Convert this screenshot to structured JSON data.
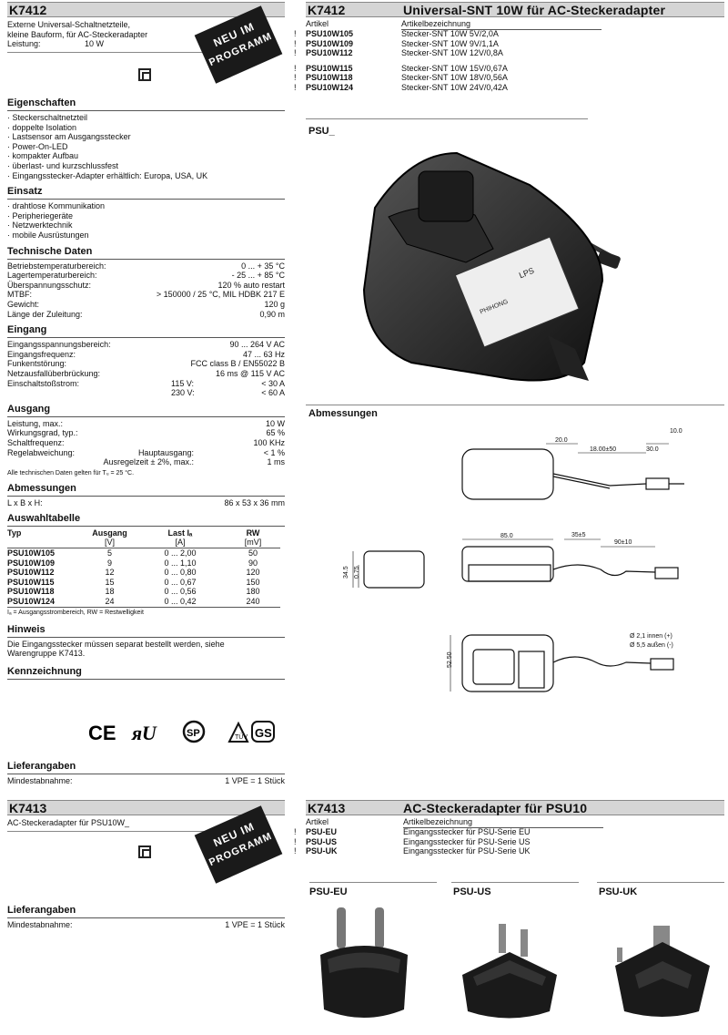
{
  "left_k7412": {
    "code": "K7412",
    "desc1": "Externe Universal-Schaltnetzteile,",
    "desc2": "kleine Bauform, für AC-Steckeradapter",
    "power_label": "Leistung:",
    "power_value": "10 W",
    "badge_line1": "NEU IM",
    "badge_line2": "PROGRAMM",
    "eigenschaften_title": "Eigenschaften",
    "eigenschaften": [
      "· Steckerschaltnetzteil",
      "· doppelte Isolation",
      "· Lastsensor am Ausgangsstecker",
      "· Power-On-LED",
      "· kompakter Aufbau",
      "· überlast- und kurzschlussfest",
      "· Eingangsstecker-Adapter erhältlich: Europa, USA, UK"
    ],
    "einsatz_title": "Einsatz",
    "einsatz": [
      "· drahtlose Kommunikation",
      "· Peripheriegeräte",
      "· Netzwerktechnik",
      "· mobile Ausrüstungen"
    ],
    "tech_title": "Technische Daten",
    "tech": [
      {
        "k": "Betriebstemperaturbereich:",
        "v": "0 ... + 35 °C"
      },
      {
        "k": "Lagertemperaturbereich:",
        "v": "- 25 ... + 85 °C"
      },
      {
        "k": "Überspannungsschutz:",
        "v": "120 % auto restart"
      },
      {
        "k": "MTBF:",
        "v": "> 150000 / 25 °C, MIL HDBK 217 E"
      },
      {
        "k": "Gewicht:",
        "v": "120 g"
      },
      {
        "k": "Länge der Zuleitung:",
        "v": "0,90 m"
      }
    ],
    "eingang_title": "Eingang",
    "eingang": [
      {
        "k": "Eingangsspannungsbereich:",
        "v": "90 ... 264 V AC"
      },
      {
        "k": "Eingangsfrequenz:",
        "v": "47 ... 63 Hz"
      },
      {
        "k": "Funkentstörung:",
        "v": "FCC class B / EN55022 B"
      },
      {
        "k": "Netzausfallüberbrückung:",
        "v": "16 ms @ 115 V AC"
      }
    ],
    "einschalt_label": "Einschaltstoßstrom:",
    "einschalt": [
      {
        "k": "115 V:",
        "v": "< 30 A"
      },
      {
        "k": "230 V:",
        "v": "< 60 A"
      }
    ],
    "ausgang_title": "Ausgang",
    "ausgang": [
      {
        "k": "Leistung, max.:",
        "v": "10 W"
      },
      {
        "k": "Wirkungsgrad, typ.:",
        "v": "65 %"
      },
      {
        "k": "Schaltfrequenz:",
        "v": "100 KHz"
      }
    ],
    "regel_label": "Regelabweichung:",
    "regel_sub1": "Hauptausgang:",
    "regel_v1": "< 1 %",
    "regel_sub2": "Ausregelzeit ± 2%, max.:",
    "regel_v2": "1 ms",
    "tech_note": "Alle technischen Daten gelten für Tᵤ = 25 °C.",
    "abm_title": "Abmessungen",
    "abm_k": "L x B x H:",
    "abm_v": "86 x 53 x 36 mm",
    "ausw_title": "Auswahltabelle",
    "ausw_headers": [
      "Typ",
      "Ausgang",
      "Last Iₐ",
      "RW"
    ],
    "ausw_units": [
      "",
      "[V]",
      "[A]",
      "[mV]"
    ],
    "ausw_rows": [
      [
        "PSU10W105",
        "5",
        "0 ... 2,00",
        "50"
      ],
      [
        "PSU10W109",
        "9",
        "0 ... 1,10",
        "90"
      ],
      [
        "PSU10W112",
        "12",
        "0 ... 0,80",
        "120"
      ],
      [
        "PSU10W115",
        "15",
        "0 ... 0,67",
        "150"
      ],
      [
        "PSU10W118",
        "18",
        "0 ... 0,56",
        "180"
      ],
      [
        "PSU10W124",
        "24",
        "0 ... 0,42",
        "240"
      ]
    ],
    "ausw_note": "Iₐ = Ausgangsstrombereich, RW = Restwelligkeit",
    "hinweis_title": "Hinweis",
    "hinweis_text1": "Die Eingangsstecker müssen separat bestellt werden, siehe",
    "hinweis_text2": "Warengruppe K7413.",
    "kenn_title": "Kennzeichnung",
    "liefer_title": "Lieferangaben",
    "liefer_k": "Mindestabnahme:",
    "liefer_v": "1 VPE = 1 Stück"
  },
  "right_k7412": {
    "code": "K7412",
    "title": "Universal-SNT 10W für AC-Steckeradapter",
    "col1": "Artikel",
    "col2": "Artikelbezeichnung",
    "rows": [
      [
        "!",
        "PSU10W105",
        "Stecker-SNT 10W 5V/2,0A"
      ],
      [
        "!",
        "PSU10W109",
        "Stecker-SNT 10W 9V/1,1A"
      ],
      [
        "!",
        "PSU10W112",
        "Stecker-SNT 10W 12V/0,8A"
      ],
      [
        "!",
        "PSU10W115",
        "Stecker-SNT 10W 15V/0,67A"
      ],
      [
        "!",
        "PSU10W118",
        "Stecker-SNT 10W 18V/0,56A"
      ],
      [
        "!",
        "PSU10W124",
        "Stecker-SNT 10W 24V/0,42A"
      ]
    ],
    "photo_label": "PSU_",
    "abm_label": "Abmessungen",
    "dims": {
      "d1": "20.0",
      "d2": "18.00±50",
      "d3": "30.0",
      "d4": "10.0",
      "d5": "85.0",
      "d6": "35±5",
      "d7": "90±10",
      "d8": "34.5",
      "d9": "0.75",
      "d10": "52.50",
      "plug1": "Ø 2,1 innen (+)",
      "plug2": "Ø 5,5 außen (-)"
    }
  },
  "left_k7413": {
    "code": "K7413",
    "desc": "AC-Steckeradapter für PSU10W_",
    "badge_line1": "NEU IM",
    "badge_line2": "PROGRAMM",
    "liefer_title": "Lieferangaben",
    "liefer_k": "Mindestabnahme:",
    "liefer_v": "1 VPE = 1 Stück"
  },
  "right_k7413": {
    "code": "K7413",
    "title": "AC-Steckeradapter für PSU10",
    "col1": "Artikel",
    "col2": "Artikelbezeichnung",
    "rows": [
      [
        "!",
        "PSU-EU",
        "Eingangsstecker für PSU-Serie EU"
      ],
      [
        "!",
        "PSU-US",
        "Eingangsstecker für PSU-Serie US"
      ],
      [
        "!",
        "PSU-UK",
        "Eingangsstecker für PSU-Serie UK"
      ]
    ],
    "plug_eu": "PSU-EU",
    "plug_us": "PSU-US",
    "plug_uk": "PSU-UK"
  }
}
